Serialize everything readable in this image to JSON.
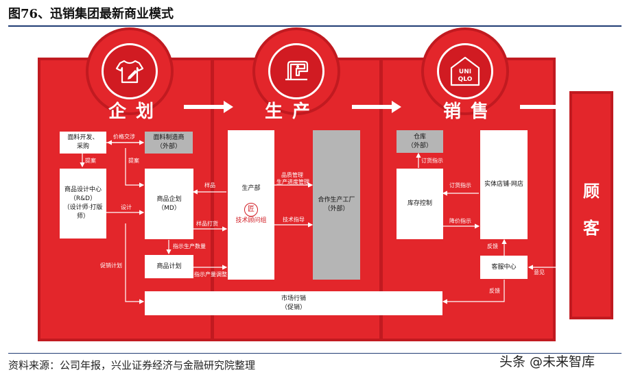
{
  "header": {
    "title": "图76、迅销集团最新商业模式"
  },
  "stages": {
    "plan": "企划",
    "produce": "生产",
    "sell": "销售"
  },
  "customer": {
    "line1": "顾",
    "line2": "客"
  },
  "plan": {
    "fabric_dev_1": "面料开发、",
    "fabric_dev_2": "采购",
    "fabric_maker_1": "面料制造商",
    "fabric_maker_2": "（外部）",
    "rnd_1": "商品设计中心",
    "rnd_2": "（R&D）",
    "rnd_3": "（设计师·打版师）",
    "md_1": "商品企划",
    "md_2": "（MD）",
    "plan_box": "商品计划"
  },
  "produce": {
    "dept": "生产部",
    "craft_mark": "匠",
    "craft_team": "技术顾问组",
    "factory_1": "合作生产工厂",
    "factory_2": "（外部）"
  },
  "sell": {
    "warehouse_1": "仓库",
    "warehouse_2": "（外部）",
    "inventory": "库存控制",
    "stores": "实体店铺·网店",
    "service": "客服中心"
  },
  "marketing": {
    "line1": "市场行销",
    "line2": "（促销）"
  },
  "labels": {
    "price_negotiation": "价格交涉",
    "proposal1": "提案",
    "proposal2": "提案",
    "design": "设计",
    "sample": "样品",
    "sample_making": "样品打货",
    "production_qty": "指示生产数量",
    "production_adjust": "指示产量调整",
    "promotion_plan": "促销计划",
    "quality_1": "品质管理",
    "quality_2": "生产进度管理",
    "tech_guidance": "技术指导",
    "order_instr1": "订货指示",
    "order_instr2": "订货指示",
    "price_instr": "降价指示",
    "feedback1": "反馈",
    "feedback2": "反馈",
    "opinion": "意见"
  },
  "icons": {
    "plan": "tshirt-icon",
    "produce": "sewing-machine-icon",
    "sell": "uniqlo-logo"
  },
  "logo_text": {
    "l1": "UNI",
    "l2": "QLO"
  },
  "footer": {
    "source": "资料来源：公司年报，兴业证券经济与金融研究院整理"
  },
  "watermark": {
    "text": "头条 @未来智库"
  },
  "colors": {
    "red": "#e3262b",
    "dark_red": "#c11a20",
    "gray": "#b5b5b5",
    "rule": "#1f3b73"
  }
}
